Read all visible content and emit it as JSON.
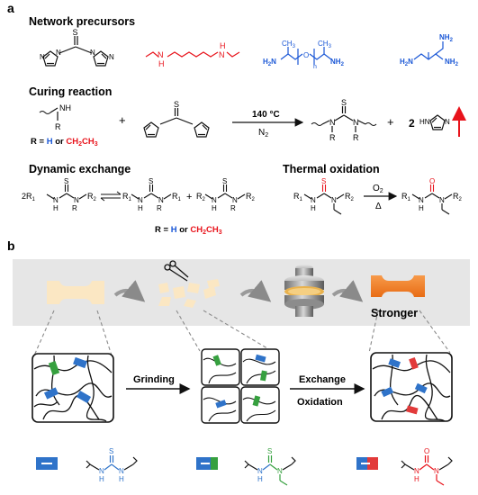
{
  "panel_a": {
    "label": "a",
    "network_precursors": {
      "title": "Network precursors",
      "tcdi_S": "S",
      "eda_NH1": "N",
      "eda_H1": "H",
      "eda_NH2": "N",
      "eda_H2": "H",
      "jeff_CH3_1": "CH",
      "jeff_3_1": "3",
      "jeff_CH3_2": "CH",
      "jeff_3_2": "3",
      "jeff_H2N": "H",
      "jeff_2a": "2",
      "jeff_N1": "N",
      "jeff_O": "O",
      "jeff_n": "n",
      "jeff_NH2": "NH",
      "jeff_2b": "2",
      "tren_NH2_top": "NH",
      "tren_2_top": "2",
      "tren_H2N": "H",
      "tren_2_left": "2",
      "tren_N_left": "N",
      "tren_NH2_right": "NH",
      "tren_2_right": "2"
    },
    "curing": {
      "title": "Curing reaction",
      "NH": "NH",
      "R": "R",
      "r_def_prefix": "R = ",
      "r_H": "H",
      "r_or": " or ",
      "r_ethyl": "CH",
      "r_ethyl_2": "2",
      "r_ethyl_mid": "CH",
      "r_ethyl_3": "3",
      "plus1": "+",
      "S": "S",
      "temp": "140 °C",
      "atm": "N",
      "atm_sub": "2",
      "prod_S": "S",
      "prod_N1": "N",
      "prod_N2": "N",
      "prod_R1": "R",
      "prod_R2": "R",
      "plus2": "+",
      "coef": "2",
      "imid_H": "H",
      "imid_N": "N"
    },
    "dynamic_exchange": {
      "title": "Dynamic exchange",
      "coef": "2",
      "R1": "R",
      "sub1": "1",
      "R2": "R",
      "sub2": "2",
      "S": "S",
      "N": "N",
      "H": "H",
      "plus": "+",
      "r_def_prefix": "R = ",
      "r_H": "H",
      "r_or": " or ",
      "r_ethyl": "CH",
      "r_ethyl_2": "2",
      "r_ethyl_mid": "CH",
      "r_ethyl_3": "3"
    },
    "thermal_oxidation": {
      "title": "Thermal oxidation",
      "S": "S",
      "O": "O",
      "reagent": "O",
      "reagent_sub": "2",
      "delta": "Δ",
      "R1": "R",
      "sub1": "1",
      "R2": "R",
      "sub2": "2",
      "N": "N",
      "H": "H"
    }
  },
  "panel_b": {
    "label": "b",
    "stronger": "Stronger",
    "grinding": "Grinding",
    "exchange": "Exchange",
    "oxidation": "Oxidation",
    "legend": {
      "thiourea_S": "S",
      "thiourea_N": "N",
      "thiourea_H": "H",
      "ethyl_thiourea_S": "S",
      "ethyl_thiourea_N": "N",
      "ethyl_thiourea_H": "H",
      "urea_O": "O",
      "urea_N": "N",
      "urea_H": "H"
    }
  },
  "colors": {
    "black": "#111111",
    "red": "#e8131b",
    "blue": "#1a57d6",
    "green": "#22a03a",
    "grey_band": "#e6e6e6",
    "specimen_beige": "#fbe7c3",
    "specimen_orange": "#f47f2a",
    "marker_blue": "#2f73c9",
    "marker_green": "#36a03f",
    "marker_red": "#e23a3a"
  }
}
